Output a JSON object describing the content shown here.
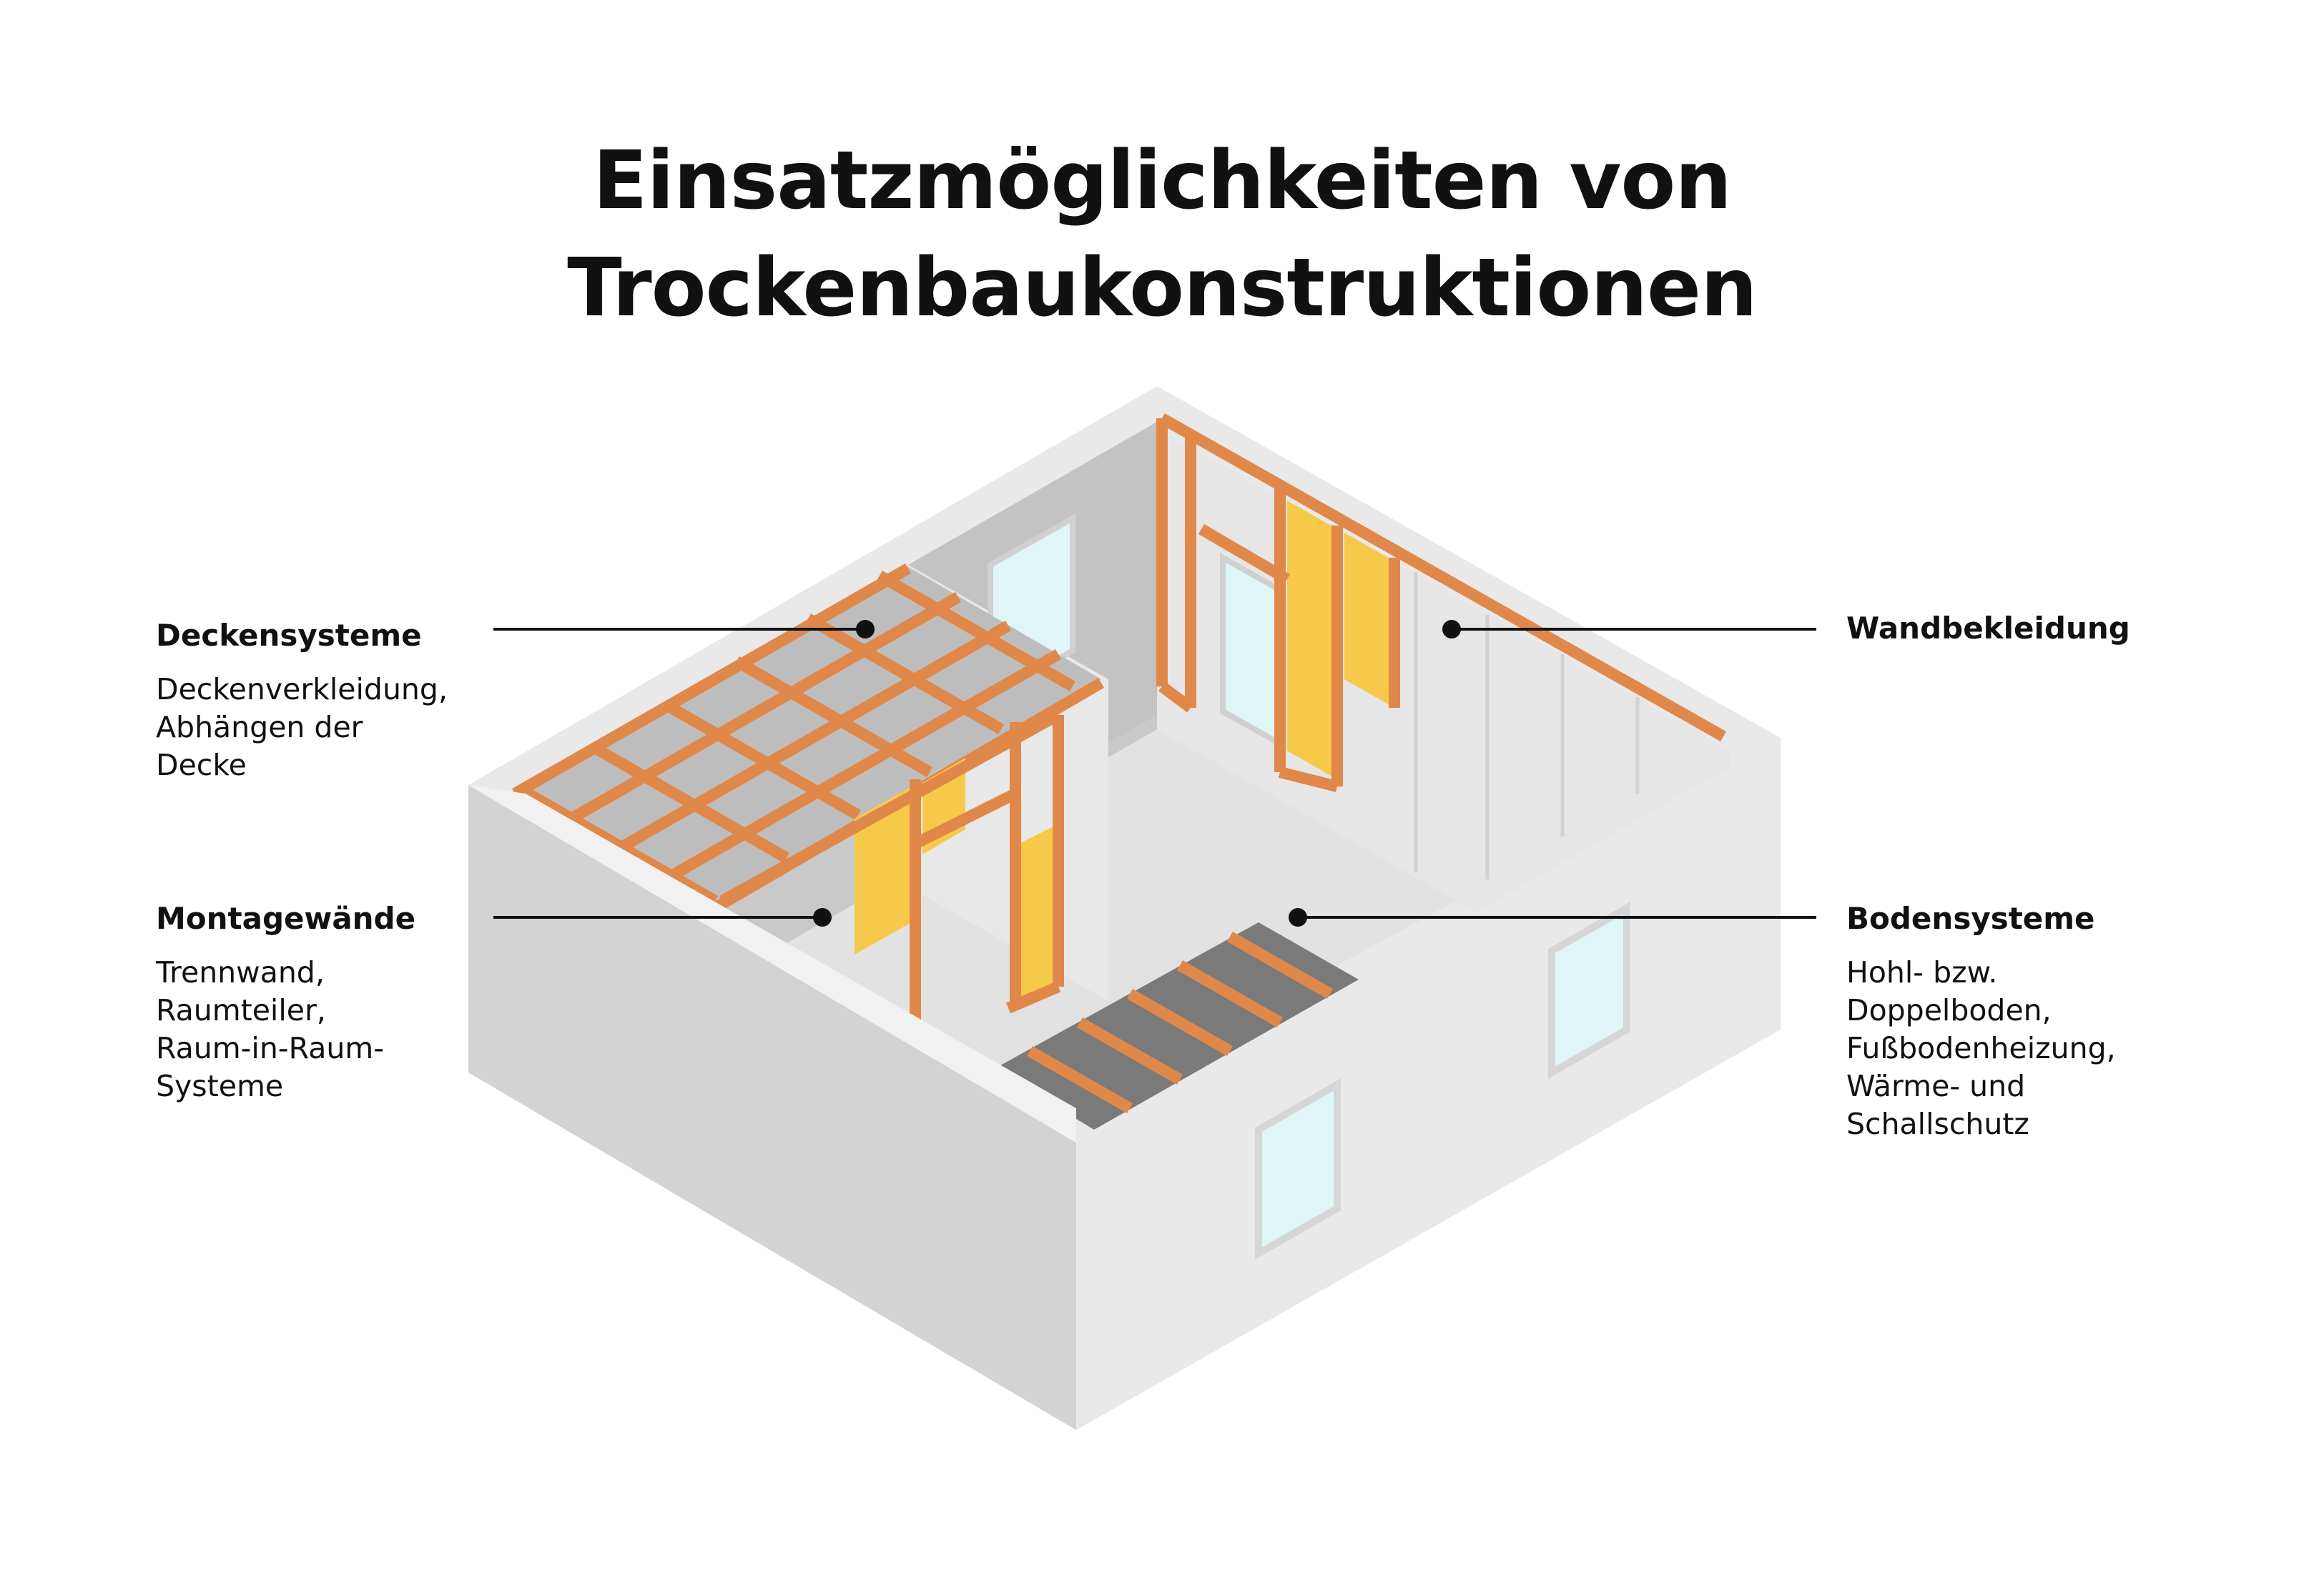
{
  "title": {
    "line1": "Einsatzmöglichkeiten von",
    "line2": "Trockenbaukonstruktionen"
  },
  "labels": {
    "deckensysteme": {
      "heading": "Deckensysteme",
      "lines": [
        "Deckenverkleidung,",
        "Abhängen der",
        "Decke"
      ]
    },
    "montagewaende": {
      "heading": "Montagewände",
      "lines": [
        "Trennwand,",
        "Raumteiler,",
        "Raum-in-Raum-",
        "Systeme"
      ]
    },
    "wandbekleidung": {
      "heading": "Wandbekleidung",
      "lines": []
    },
    "bodensysteme": {
      "heading": "Bodensysteme",
      "lines": [
        "Hohl- bzw.",
        "Doppelboden,",
        "Fußbodenheizung,",
        "Wärme- und",
        "Schallschutz"
      ]
    }
  },
  "colors": {
    "wall_light": "#ebebeb",
    "wall_mid": "#d6d6d6",
    "wall_dark": "#c4c4c4",
    "floor": "#e4e4e4",
    "timber": "#e0884a",
    "timber_dark": "#b8622a",
    "insulation": "#f7c94b",
    "window": "#dff5f6",
    "floor_cavity": "#7b7b7b",
    "line": "#111111"
  }
}
